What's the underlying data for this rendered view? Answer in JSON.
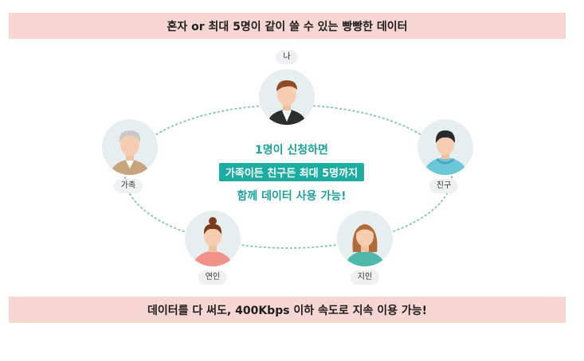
{
  "top_banner": {
    "text": "혼자 or 최대 5명이 같이 쓸 수 있는 빵빵한 데이터"
  },
  "bottom_banner": {
    "text": "데이터를 다 써도, 400Kbps 이하 속도로 지속 이용 가능!"
  },
  "center": {
    "line1": "1명이 신청하면",
    "line2": "가족이든 친구든 최대 5명까지",
    "line3": "함께 데이터 사용 가능!"
  },
  "people": {
    "me": {
      "label": "나"
    },
    "family": {
      "label": "가족"
    },
    "friend": {
      "label": "친구"
    },
    "partner": {
      "label": "연인"
    },
    "acquaintance": {
      "label": "지인"
    }
  },
  "colors": {
    "banner_bg": "#f6d6d2",
    "accent_teal": "#1bada2",
    "dotted_line": "#8fc6c2"
  }
}
